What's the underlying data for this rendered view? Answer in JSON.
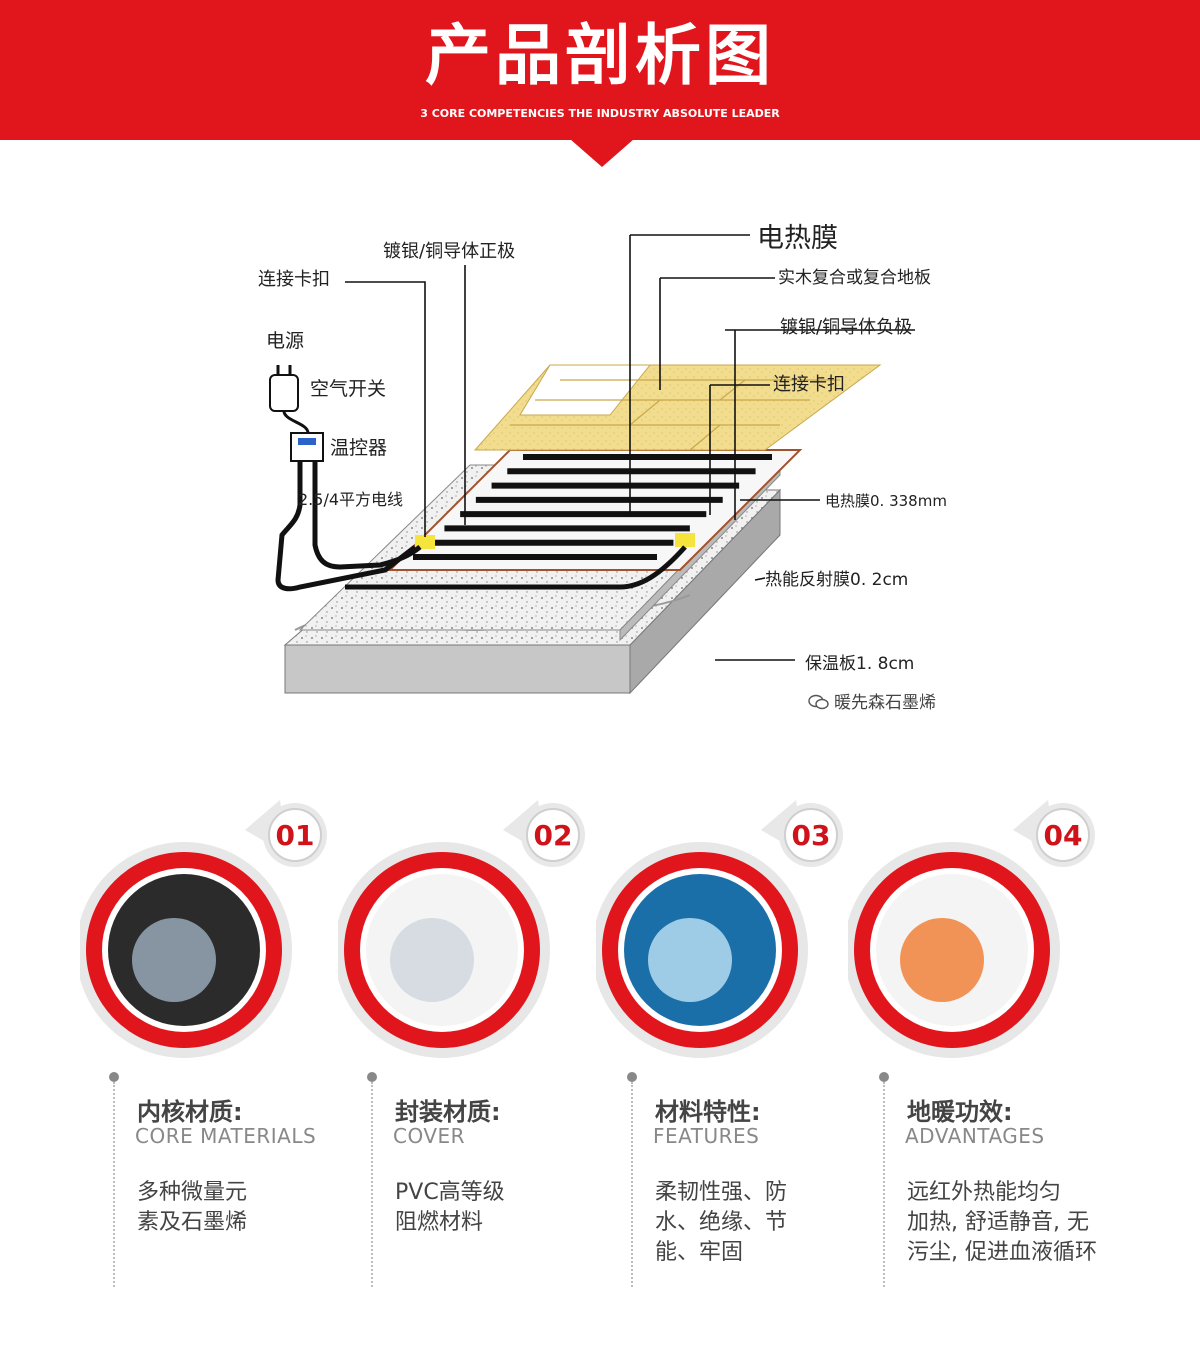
{
  "header": {
    "title": "产品剖析图",
    "subtitle": "3 CORE COMPETENCIES  THE INDUSTRY ABSOLUTE LEADER"
  },
  "diagram": {
    "labels": {
      "power": "电源",
      "breaker": "空气开关",
      "thermostat": "温控器",
      "wire": "2.5/4平方电线",
      "clip_left": "连接卡扣",
      "positive": "镀银/铜导体正极",
      "film_title": "电热膜",
      "floor": "实木复合或复合地板",
      "negative": "镀银/铜导体负极",
      "clip_right": "连接卡扣",
      "film_thickness": "电热膜0. 338mm",
      "reflect": "热能反射膜0. 2cm",
      "insulation": "保温板1. 8cm"
    },
    "watermark": "暖先森石墨烯"
  },
  "features": [
    {
      "num": "01",
      "title": "内核材质:",
      "en": "CORE MATERIALS",
      "desc": [
        "多种微量元",
        "素及石墨烯"
      ],
      "icon": "graphene-nanotube-image"
    },
    {
      "num": "02",
      "title": "封装材质:",
      "en": "COVER",
      "desc": [
        "PVC高等级",
        "阻燃材料"
      ],
      "icon": "pvc-granules-image"
    },
    {
      "num": "03",
      "title": "材料特性:",
      "en": "FEATURES",
      "desc": [
        "柔韧性强、防",
        "水、绝缘、节",
        "能、牢固"
      ],
      "icon": "water-splash-cable-image"
    },
    {
      "num": "04",
      "title": "地暖功效:",
      "en": "ADVANTAGES",
      "desc": [
        "远红外热能均匀",
        "加热, 舒适静音, 无",
        "污尘, 促进血液循环"
      ],
      "icon": "heat-layers-image"
    }
  ],
  "colors": {
    "brand_red": "#e1161d",
    "text": "#444444",
    "muted": "#888888"
  }
}
